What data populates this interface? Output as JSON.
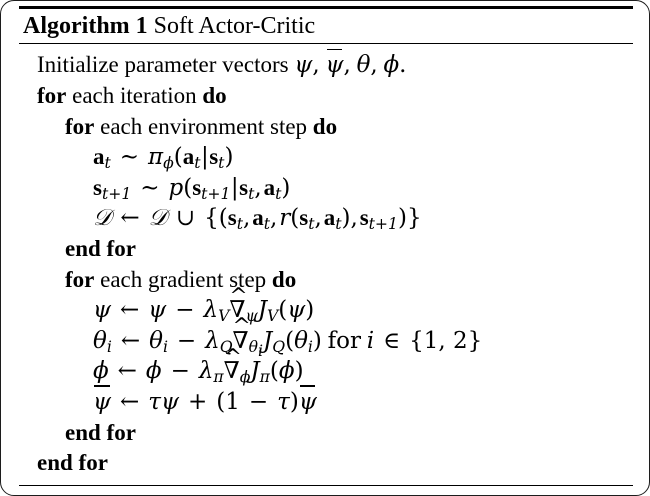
{
  "document": {
    "type": "algorithm-pseudocode-block",
    "title_prefix": "Algorithm 1",
    "title_name": "Soft Actor-Critic",
    "colors": {
      "text": "#000000",
      "background": "#ffffff",
      "rule": "#000000",
      "frame": "#1c1c1c"
    }
  },
  "rules": {
    "top": "thick",
    "below_title": "thin",
    "bottom": "thin"
  },
  "lines": [
    {
      "id": "initialize",
      "indent": 0,
      "plain": "Initialize parameter vectors ψ, ψ̄, θ, φ.",
      "text_before": "Initialize parameter vectors",
      "text_after": "."
    },
    {
      "id": "for-each-iteration",
      "indent": 0,
      "plain": "for each iteration do",
      "kw_start": "for",
      "middle": " each iteration ",
      "kw_end": "do"
    },
    {
      "id": "for-each-environment-step",
      "indent": 1,
      "plain": "for each environment step do",
      "kw_start": "for",
      "middle": " each environment step ",
      "kw_end": "do"
    },
    {
      "id": "sample-action",
      "indent": 2,
      "plain": "a_t ~ π_φ(a_t|s_t)"
    },
    {
      "id": "sample-next-state",
      "indent": 2,
      "plain": "s_{t+1} ~ p(s_{t+1}|s_t, a_t)"
    },
    {
      "id": "update-replay-buffer",
      "indent": 2,
      "plain": "D ← D ∪ {(s_t, a_t, r(s_t, a_t), s_{t+1})}"
    },
    {
      "id": "end-for-environment",
      "indent": 1,
      "plain": "end for"
    },
    {
      "id": "for-each-gradient-step",
      "indent": 1,
      "plain": "for each gradient step do",
      "kw_start": "for",
      "middle": " each gradient step ",
      "kw_end": "do"
    },
    {
      "id": "update-psi",
      "indent": 2,
      "plain": "ψ ← ψ − λ_V ∇̂_ψ J_V(ψ)"
    },
    {
      "id": "update-theta",
      "indent": 2,
      "plain": "θ_i ← θ_i − λ_Q ∇̂_{θ_i} J_Q(θ_i) for i ∈ {1, 2}",
      "trailing_text": "for"
    },
    {
      "id": "update-phi",
      "indent": 2,
      "plain": "φ ← φ − λ_π ∇̂_φ J_π(φ)"
    },
    {
      "id": "update-psi-target",
      "indent": 2,
      "plain": "ψ̄ ← τψ + (1 − τ)ψ̄"
    },
    {
      "id": "end-for-gradient",
      "indent": 1,
      "plain": "end for"
    },
    {
      "id": "end-for-iteration",
      "indent": 0,
      "plain": "end for"
    }
  ],
  "keywords": {
    "for": "for",
    "do": "do",
    "end_for": "end for"
  },
  "symbols": {
    "psi": "ψ",
    "psi_bar": "ψ̄",
    "theta": "θ",
    "theta_i": "θi",
    "phi": "φ",
    "tau": "τ",
    "pi": "π",
    "lambda": "λ",
    "nabla_hat": "∇̂",
    "cal_D": "𝒟",
    "cup": "∪",
    "sim": "∼",
    "leftarrow": "←",
    "in": "∈",
    "minus": "−",
    "plus": "+",
    "set_one_two": "{1, 2}",
    "J": "J",
    "V": "V",
    "Q": "Q",
    "r": "r",
    "p": "p",
    "a": "a",
    "s": "s",
    "t": "t",
    "t_plus_1": "t+1",
    "i": "i",
    "one": "1"
  }
}
